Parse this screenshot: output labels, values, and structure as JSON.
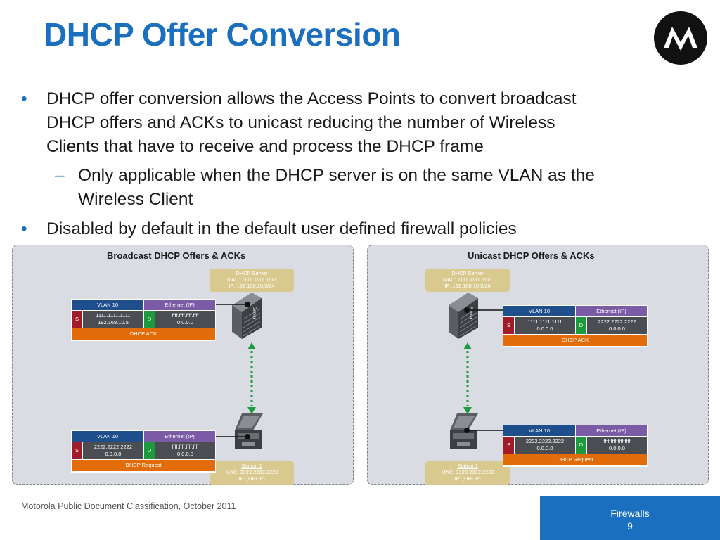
{
  "slide": {
    "title": "DHCP Offer Conversion",
    "bullets": [
      {
        "text_lines": [
          "DHCP offer conversion allows the Access Points to convert broadcast",
          "DHCP offers and ACKs to unicast reducing the number of Wireless",
          "Clients that have to receive and process the DHCP frame"
        ]
      },
      {
        "text_lines": [
          "Only applicable when the DHCP server is on the same VLAN as the",
          "Wireless Client"
        ]
      },
      {
        "text_lines": [
          "Disabled by default in the default user defined firewall policies"
        ]
      }
    ],
    "bullet_marks": {
      "level1": "•",
      "level2": "–"
    },
    "footer": {
      "classification": "Motorola Public Document Classification, October 2011",
      "section": "Firewalls",
      "page": "9"
    }
  },
  "diagram": {
    "panels": [
      {
        "title": "Broadcast DHCP Offers & ACKs",
        "server": {
          "name": "DHCP Server",
          "mac": "MAC: 1111.1111.1111",
          "ip": "IP: 192.168.10.5/24",
          "device_label": "Server"
        },
        "station": {
          "name": "Station 1",
          "mac": "MAC: 2222.2222.2222",
          "ip": "IP:  (DHCP)"
        },
        "top_frame": {
          "vlan": "VLAN 10",
          "ethernet": "Ethernet (IP)",
          "s": "S",
          "src_mac": "1111.1111.1111",
          "src_ip": "192.168.10.5",
          "d": "D",
          "dst_mac": "ffff.ffff.ffff.ffff",
          "dst_ip": "0.0.0.0",
          "type": "DHCP ACK"
        },
        "bottom_frame": {
          "vlan": "VLAN 10",
          "ethernet": "Ethernet (IP)",
          "s": "S",
          "src_mac": "2222.2222.2222",
          "src_ip": "0.0.0.0",
          "d": "D",
          "dst_mac": "ffff.ffff.ffff.ffff",
          "dst_ip": "0.0.0.0",
          "type": "DHCP Request"
        }
      },
      {
        "title": "Unicast DHCP Offers & ACKs",
        "server": {
          "name": "DHCP Server",
          "mac": "MAC: 1111.1111.1111",
          "ip": "IP: 192.168.10.5/24",
          "device_label": "Server"
        },
        "station": {
          "name": "Station 1",
          "mac": "MAC: 2222.2222.2222",
          "ip": "IP:  (DHCP)"
        },
        "top_frame": {
          "vlan": "VLAN 10",
          "ethernet": "Ethernet (IP)",
          "s": "S",
          "src_mac": "1111.1111.1111",
          "src_ip": "0.0.0.0",
          "d": "D",
          "dst_mac": "2222.2222.2222",
          "dst_ip": "0.0.0.0",
          "type": "DHCP ACK"
        },
        "bottom_frame": {
          "vlan": "VLAN 10",
          "ethernet": "Ethernet (IP)",
          "s": "S",
          "src_mac": "2222.2222.2222",
          "src_ip": "0.0.0.0",
          "d": "D",
          "dst_mac": "ffff.ffff.ffff.ffff",
          "dst_ip": "0.0.0.0",
          "type": "DHCP Request"
        }
      }
    ]
  },
  "colors": {
    "title": "#1a6fbf",
    "vlan": "#1f4e8c",
    "ethernet": "#7b5aa6",
    "source": "#a01c2a",
    "destination": "#1e9a3e",
    "address": "#4a4d52",
    "frame_type": "#e36c0a",
    "info_box": "#d9c98f",
    "link": "#1e9a3e"
  },
  "icons": {
    "logo": "motorola-logo-icon",
    "server": "server-icon",
    "station": "laptop-icon",
    "link": "dotted-arrow-icon"
  }
}
